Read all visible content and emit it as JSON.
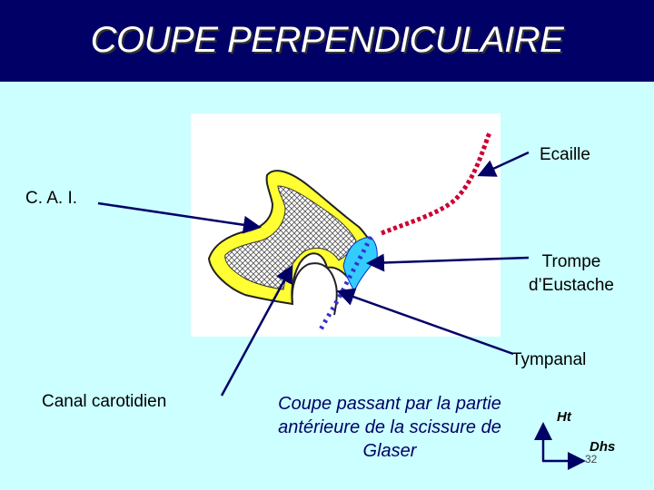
{
  "title": "COUPE PERPENDICULAIRE",
  "labels": {
    "ecaille": "Ecaille",
    "cai": "C. A. I.",
    "trompe": "Trompe\nd’Eustache",
    "tympanal": "Tympanal",
    "canal": "Canal carotidien"
  },
  "caption": "Coupe passant par la partie antérieure de la scissure de Glaser",
  "axes": {
    "ht": "Ht",
    "dhs": "Dhs"
  },
  "slide_number": "32",
  "colors": {
    "header": "#000066",
    "background": "#ccffff",
    "bone": "#ffff33",
    "tympanal": "#33ccff",
    "suture": "#cc0033"
  }
}
